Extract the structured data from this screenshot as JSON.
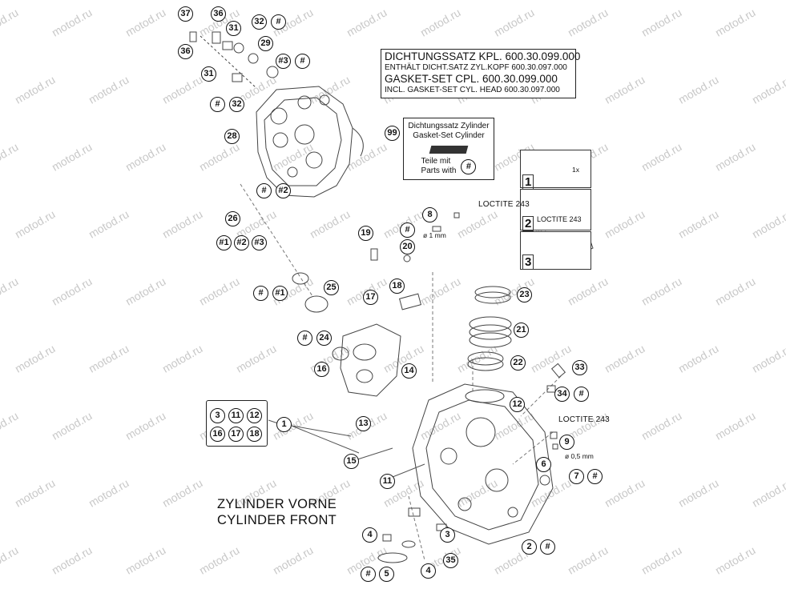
{
  "watermark": "motod.ru",
  "gasket_box": {
    "line1": "DICHTUNGSSATZ KPL.  600.30.099.000",
    "line2": "ENTHÄLT DICHT.SATZ ZYL.KOPF 600.30.097.000",
    "line3": "GASKET-SET CPL.         600.30.099.000",
    "line4": "INCL. GASKET-SET CYL. HEAD 600.30.097.000"
  },
  "cylinder_gasket_box": {
    "callout": "99",
    "line1": "Dichtungssatz Zylinder",
    "line2": "Gasket-Set Cylinder",
    "line3": "Teile mit",
    "line4": "Parts with",
    "hash": "#"
  },
  "steps": {
    "s1": "1",
    "s2": "2",
    "s3": "3",
    "s1_note": "1x",
    "s2_loctite": "LOCTITE 243"
  },
  "loctite_top": "LOCTITE 243",
  "loctite_right": "LOCTITE 243",
  "dia_top": "ø 1 mm",
  "dia_right": "ø 0,5 mm",
  "title": {
    "line1": "ZYLINDER VORNE",
    "line2": "CYLINDER FRONT"
  },
  "callouts": {
    "c37": "37",
    "c36a": "36",
    "c31a": "31",
    "c32a": "32",
    "h1": "#",
    "c29": "29",
    "c36b": "36",
    "c3h": "#3",
    "h2": "#",
    "c31b": "31",
    "h3": "#",
    "c32b": "32",
    "c28": "28",
    "h4": "#",
    "c2h": "#2",
    "c26": "26",
    "g1": "#1",
    "g2": "#2",
    "g3": "#3",
    "c8": "8",
    "c19": "19",
    "h5": "#",
    "c20": "20",
    "h6": "#",
    "c1h": "#1",
    "c25": "25",
    "c18": "18",
    "c17": "17",
    "c23": "23",
    "c21": "21",
    "c22": "22",
    "h7": "#",
    "c24": "24",
    "c16": "16",
    "c14": "14",
    "c33": "33",
    "c34": "34",
    "h8": "#",
    "c12": "12",
    "b3": "3",
    "b11": "11",
    "b12": "12",
    "b16": "16",
    "b17": "17",
    "b18": "18",
    "c1": "1",
    "c13": "13",
    "c15": "15",
    "c11": "11",
    "c9": "9",
    "c6": "6",
    "c7": "7",
    "h9": "#",
    "c4a": "4",
    "c3": "3",
    "c2": "2",
    "h10": "#",
    "h11": "#",
    "c5": "5",
    "c4b": "4",
    "c35": "35"
  }
}
